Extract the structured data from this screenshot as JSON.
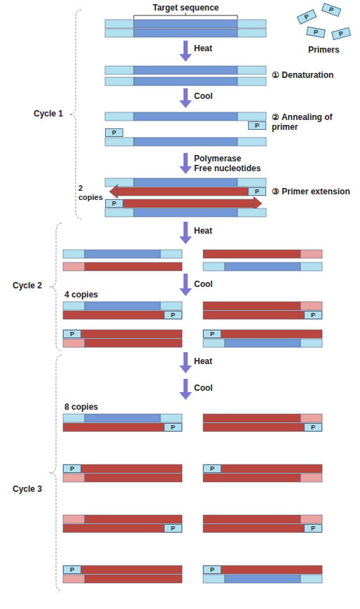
{
  "diagram": {
    "labels": [
      "Target sequence",
      "P",
      "P",
      "P",
      "P",
      "Primers",
      "Heat",
      "① Denaturation",
      "Cycle 1",
      "Cool",
      "P",
      "② Annealing of primer",
      "P",
      "Polymerase",
      "Free nucleotides",
      "2 copies",
      "P",
      "③ Primer extension",
      "P",
      "Heat",
      "Cycle 2",
      "Cool",
      "4 copies",
      "P",
      "P",
      "P",
      "P",
      "Heat",
      "Cool",
      "Cycle 3",
      "8 copies",
      "P",
      "P",
      "P",
      "P",
      "P",
      "P",
      "P",
      "P"
    ]
  }
}
